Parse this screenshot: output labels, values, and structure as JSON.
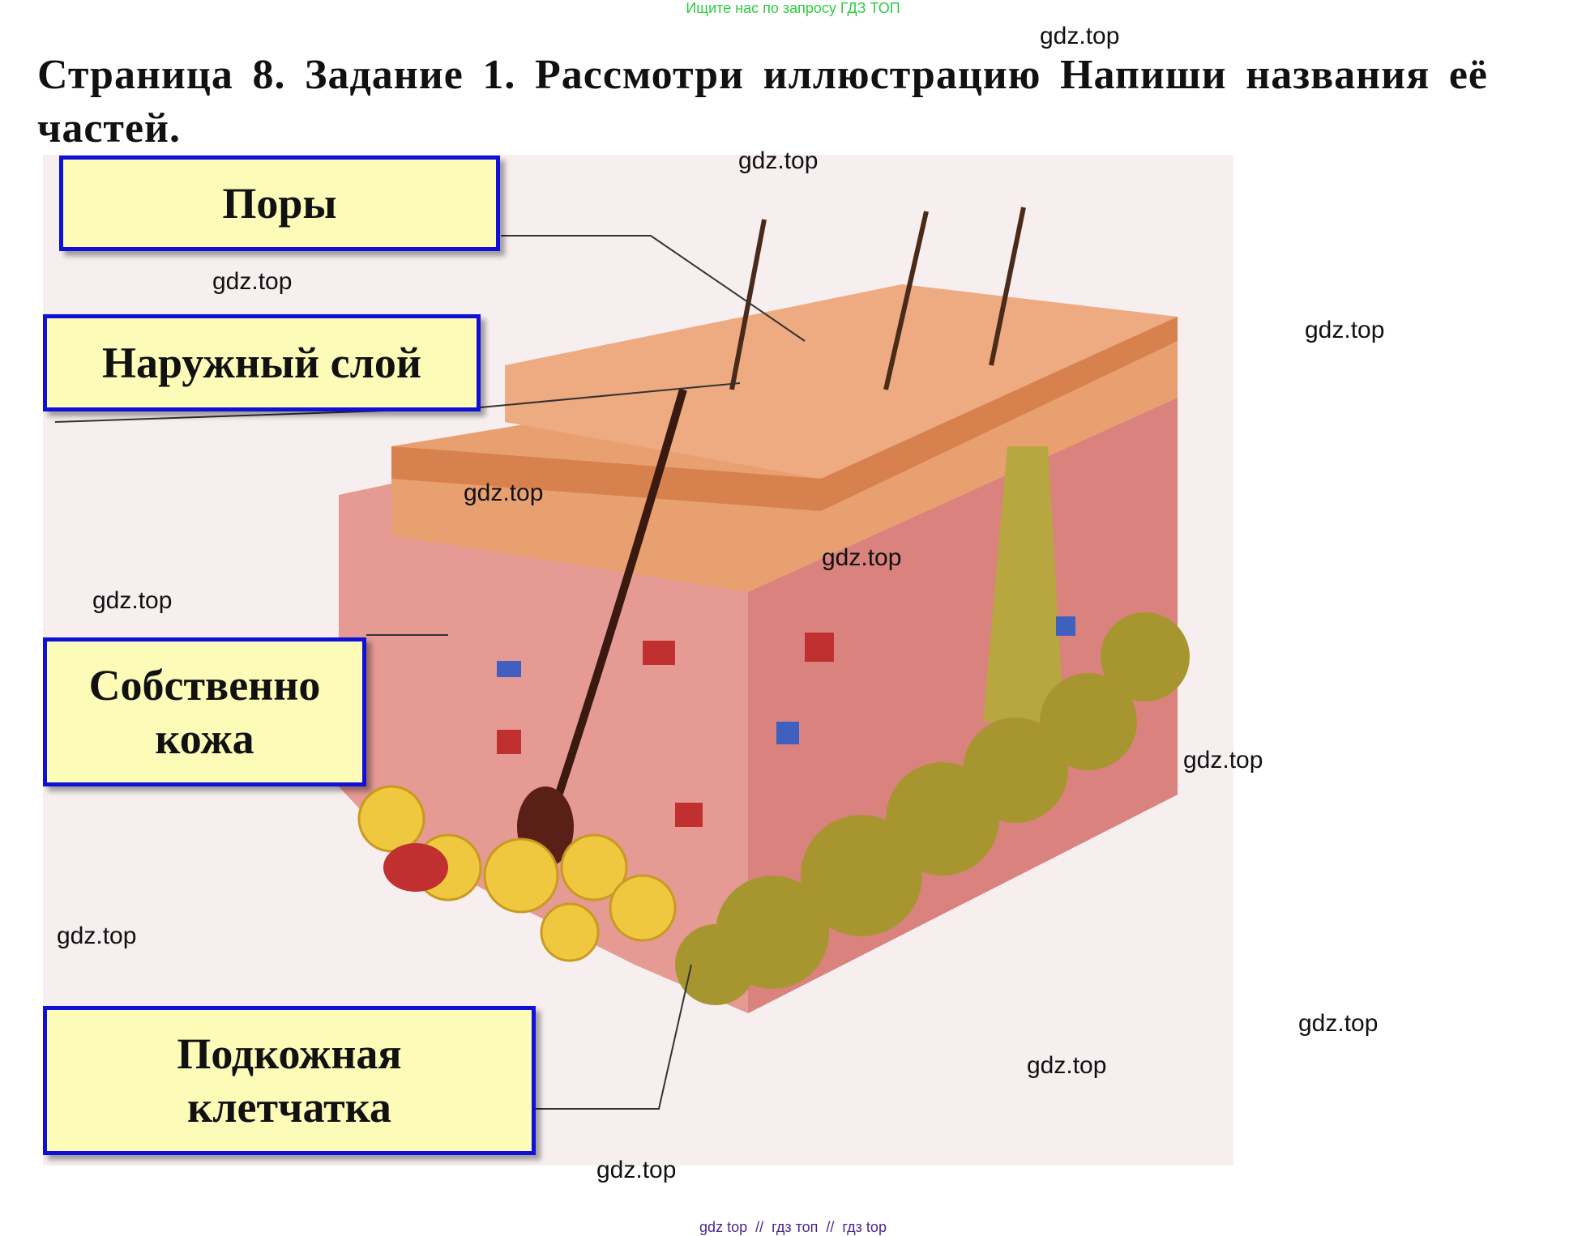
{
  "top_note": "Ищите нас по запросу ГДЗ ТОП",
  "title": "Страница 8. Задание 1. Рассмотри иллюстрацию Напиши названия её частей.",
  "labels": {
    "pores": "Поры",
    "outer_layer": "Наружный слой",
    "dermis": "Собственно кожа",
    "subcutaneous": "Подкожная клетчатка"
  },
  "watermark": "gdz.top",
  "footer": "gdz top  //  гдз топ  //  гдз top",
  "colors": {
    "label_bg": "#fcfcb8",
    "label_border": "#1010d8",
    "top_note": "#2ecc40",
    "footer": "#4a2590"
  }
}
